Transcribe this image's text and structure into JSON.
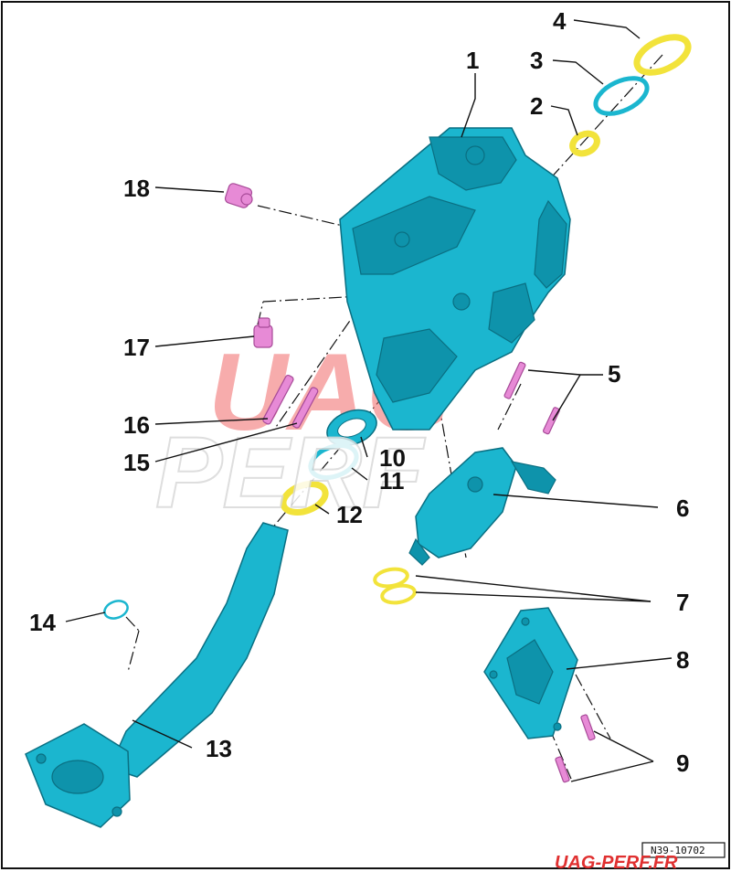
{
  "diagram": {
    "callouts": {
      "n1": "1",
      "n2": "2",
      "n3": "3",
      "n4": "4",
      "n5": "5",
      "n6": "6",
      "n7": "7",
      "n8": "8",
      "n9": "9",
      "n10": "10",
      "n11": "11",
      "n12": "12",
      "n13": "13",
      "n14": "14",
      "n15": "15",
      "n16": "16",
      "n17": "17",
      "n18": "18"
    },
    "drawing_code": "N39-10702",
    "watermark_top": "UAG",
    "watermark_bottom": "PERF",
    "brand": "UAG-PERF.FR"
  },
  "colors": {
    "part": "#1bb6cf",
    "fastener": "#e78ad6",
    "seal_ring": "#f2e33b",
    "watermark_red": "#f26a6a",
    "brand_red": "#e03030"
  }
}
